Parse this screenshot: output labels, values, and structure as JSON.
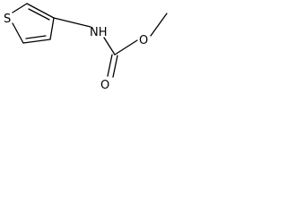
{
  "molecule": {
    "atoms": {
      "sulfur": "S",
      "amine": "NH",
      "carbonyl_oxygen": "O",
      "ether_oxygen": "O"
    }
  }
}
